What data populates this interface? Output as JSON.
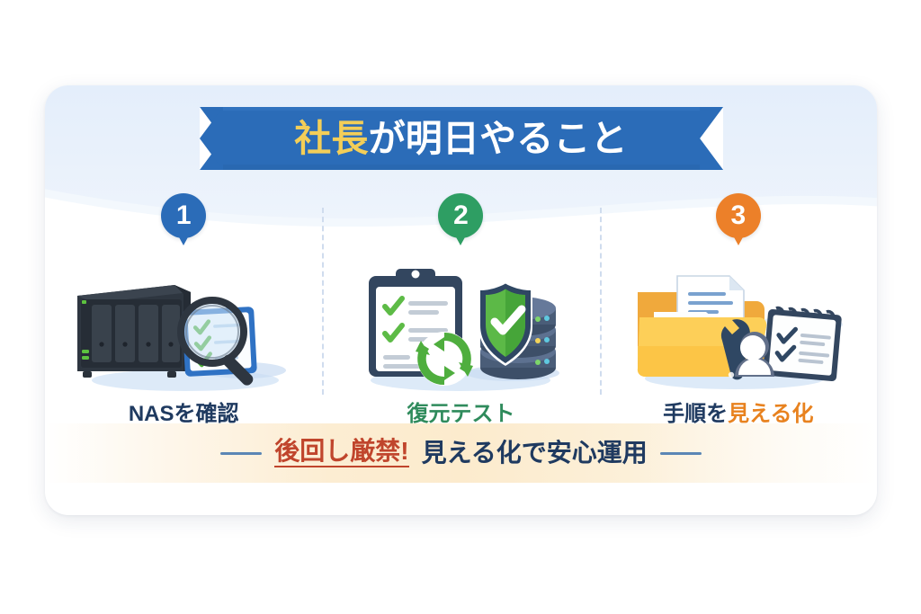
{
  "header": {
    "ribbon_highlight": "社長",
    "ribbon_rest": "が明日やること",
    "ribbon_bg_color": "#2b6cb8",
    "ribbon_highlight_color": "#f3ce58",
    "ribbon_text_color": "#ffffff"
  },
  "steps": [
    {
      "number": "1",
      "badge_color": "#2b6cb8",
      "caption_main": "NASを確認",
      "caption_accent": "",
      "caption_color": "#1f3a60",
      "icons": [
        "nas-server-icon",
        "magnifier-icon",
        "checklist-tablet-icon",
        "green-check-icon"
      ]
    },
    {
      "number": "2",
      "badge_color": "#2e9e63",
      "caption_main": "復元テスト",
      "caption_accent": "",
      "caption_color": "#2f8b5c",
      "icons": [
        "clipboard-checklist-icon",
        "shield-check-icon",
        "database-stack-icon",
        "refresh-arrows-icon"
      ]
    },
    {
      "number": "3",
      "badge_color": "#ec8029",
      "caption_main": "手順を",
      "caption_accent": "見える化",
      "caption_color": "#1f3a60",
      "caption_accent_color": "#e8821f",
      "icons": [
        "folder-icon",
        "document-icon",
        "wrench-icon",
        "person-icon",
        "notepad-checklist-icon"
      ]
    }
  ],
  "footer": {
    "warning": "後回し厳禁!",
    "warning_color": "#c0452c",
    "message": "見える化で安心運用",
    "message_color": "#1f3a60",
    "rule_color": "#5b86b5"
  }
}
